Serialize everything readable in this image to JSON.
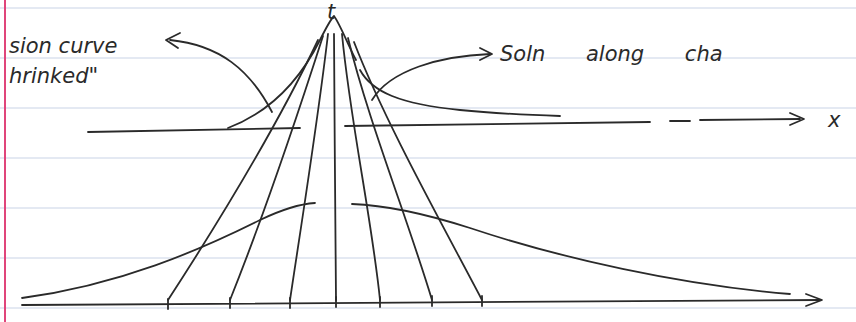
{
  "diagram": {
    "labels": [
      "t",
      "sion curve",
      "hrinked\"",
      "Soln along cha",
      "x"
    ]
  }
}
